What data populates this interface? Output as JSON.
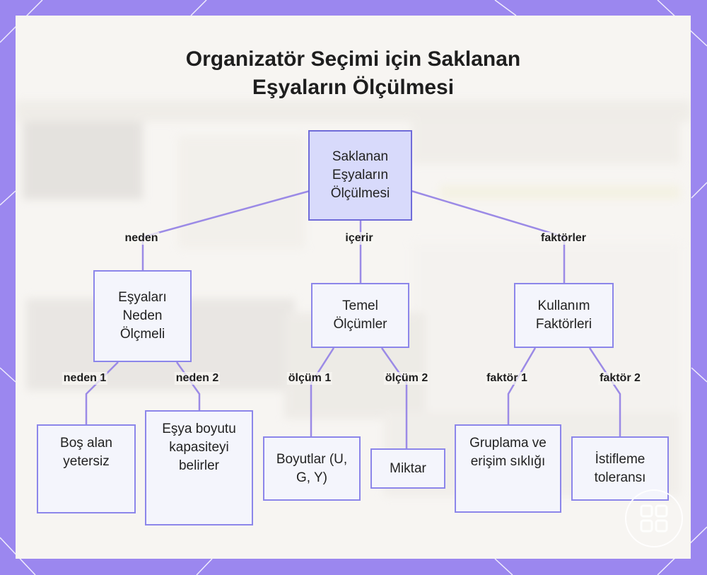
{
  "title_lines": [
    "Organizatör Seçimi için Saklanan",
    "Eşyaların Ölçülmesi"
  ],
  "nodes": {
    "root": "Saklanan Eşyaların Ölçülmesi",
    "why": "Eşyaları Neden Ölçmeli",
    "basic": "Temel Ölçümler",
    "usage": "Kullanım Faktörleri",
    "space": "Boş alan yetersiz",
    "size": "Eşya boyutu kapasiteyi belirler",
    "dimensions": "Boyutlar (U, G, Y)",
    "quantity": "Miktar",
    "grouping": "Gruplama ve erişim sıklığı",
    "stacking": "İstifleme toleransı"
  },
  "edge_labels": {
    "root_why": "neden",
    "root_basic": "içerir",
    "root_usage": "faktörler",
    "why_space": "neden 1",
    "why_size": "neden 2",
    "basic_dimensions": "ölçüm 1",
    "basic_quantity": "ölçüm 2",
    "usage_grouping": "faktör 1",
    "usage_stacking": "faktör 2"
  },
  "colors": {
    "frame": "#9b87ef",
    "edge": "#9b8ae6",
    "node_border": "#8c86ea",
    "root_fill": "#d8dafb",
    "node_fill": "#f4f5fc"
  },
  "icons": {
    "badge": "logo-badge-icon"
  }
}
